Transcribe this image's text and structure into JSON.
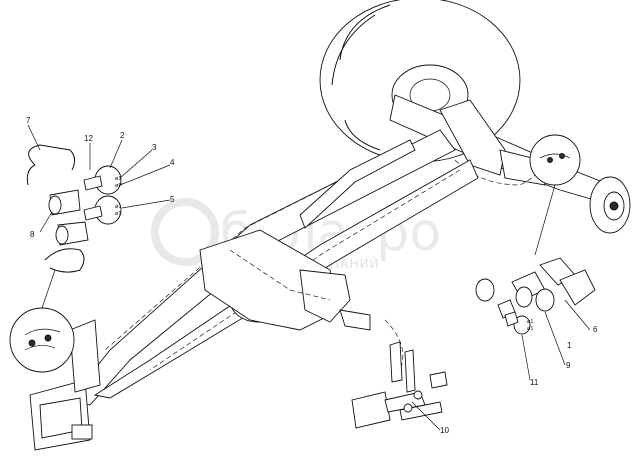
{
  "labels": {
    "p1": "1",
    "p2": "2",
    "p3": "3",
    "p4": "4",
    "p5": "5",
    "p6": "6",
    "p7": "7",
    "p8": "8",
    "p9": "9",
    "p10": "10",
    "p11": "11",
    "p12": "12"
  },
  "sub_labels": {
    "a1": "ø1",
    "a2": "øP",
    "b1": "ø1",
    "b2": "ø1",
    "c1": "ø1",
    "c2": "ø1"
  },
  "watermark": {
    "brand": "бөлагро",
    "group": "ГРУППА КОМПАНИЙ"
  }
}
